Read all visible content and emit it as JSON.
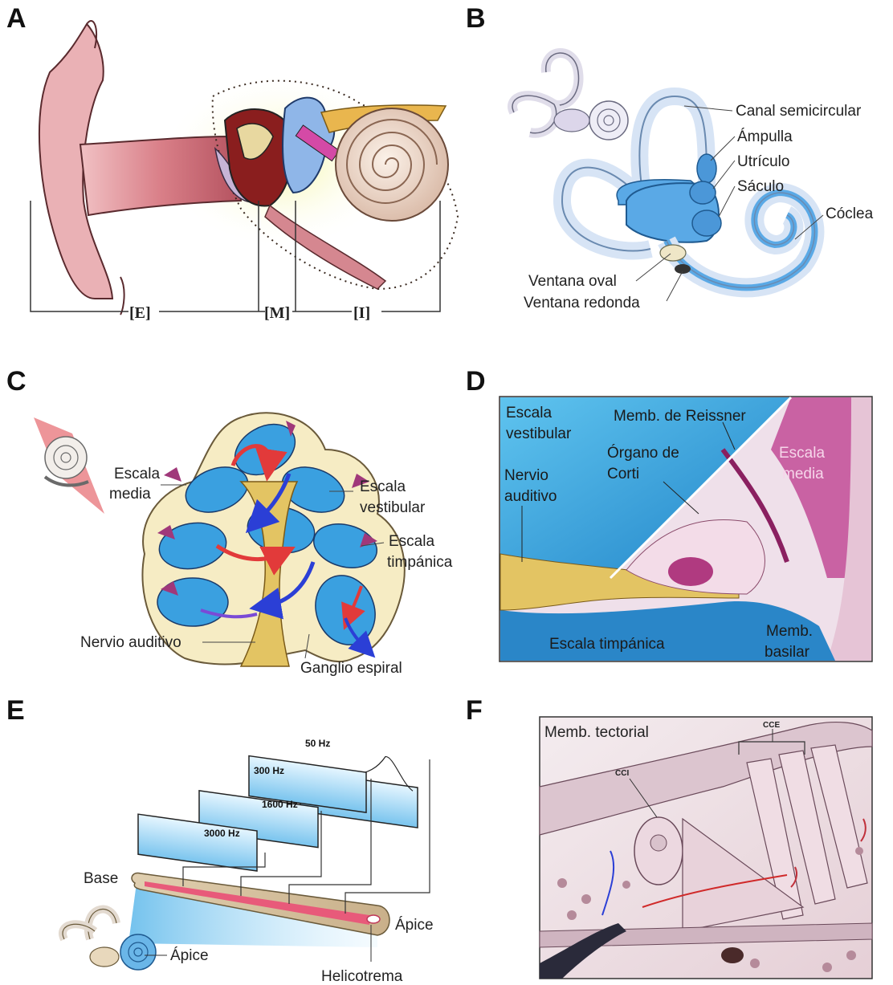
{
  "panels": {
    "a": {
      "letter": "A",
      "labels": {
        "external": "[E]",
        "middle": "[M]",
        "inner": "[I]"
      }
    },
    "b": {
      "letter": "B",
      "labels": {
        "semicircular": "Canal semicircular",
        "ampulla": "Ámpulla",
        "utricle": "Utrículo",
        "saccule": "Sáculo",
        "cochlea": "Cóclea",
        "oval_window": "Ventana oval",
        "round_window": "Ventana redonda"
      }
    },
    "c": {
      "letter": "C",
      "labels": {
        "scala_media_1": "Escala",
        "scala_media_2": "media",
        "scala_vestibuli_1": "Escala",
        "scala_vestibuli_2": "vestibular",
        "scala_tympani_1": "Escala",
        "scala_tympani_2": "timpánica",
        "auditory_nerve": "Nervio auditivo",
        "spiral_ganglion": "Ganglio espiral"
      }
    },
    "d": {
      "letter": "D",
      "labels": {
        "scala_vestibuli_1": "Escala",
        "scala_vestibuli_2": "vestibular",
        "reissner": "Memb. de Reissner",
        "corti_1": "Órgano de",
        "corti_2": "Corti",
        "nerve_1": "Nervio",
        "nerve_2": "auditivo",
        "scala_media_1": "Escala",
        "scala_media_2": "media",
        "scala_tympani": "Escala timpánica",
        "basilar_1": "Memb.",
        "basilar_2": "basilar"
      }
    },
    "e": {
      "letter": "E",
      "frequencies": [
        "50 Hz",
        "300 Hz",
        "1600 Hz",
        "3000 Hz"
      ],
      "labels": {
        "base": "Base",
        "apex_right": "Ápice",
        "apex_left": "Ápice",
        "helicotrema": "Helicotrema"
      }
    },
    "f": {
      "letter": "F",
      "labels": {
        "tectorial": "Memb. tectorial",
        "cce": "CCE",
        "cci": "CCI"
      }
    }
  },
  "colors": {
    "skin": "#e7a2a6",
    "canal_blue": "#5aa9e6",
    "scala_blue": "#2a86c8",
    "nerve_yellow": "#e3c463",
    "media_magenta": "#a0387a",
    "arrow_red": "#e23a3a",
    "arrow_blue": "#2b3fd6"
  }
}
